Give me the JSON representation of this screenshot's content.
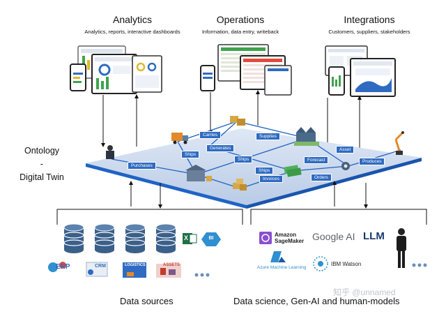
{
  "sections": {
    "analytics": {
      "title": "Analytics",
      "subtitle": "Analytics, reports, interactive dashboards"
    },
    "operations": {
      "title": "Operations",
      "subtitle": "Information, data entry, writeback"
    },
    "integrations": {
      "title": "Integrations",
      "subtitle": "Customers, suppliers, stakeholders"
    }
  },
  "ontology": {
    "line1": "Ontology",
    "line2": "-",
    "line3": "Digital Twin"
  },
  "edges": [
    "Carries",
    "Supplies",
    "Ships",
    "Generates",
    "Ships",
    "Asset",
    "Purchases",
    "Forecast",
    "Produces",
    "Ships",
    "Invoices",
    "Orders"
  ],
  "sources": {
    "label": "Data sources",
    "logos": {
      "erp": "ERP",
      "crm": "CRM",
      "logistics": "LOGISTICS",
      "assets": "ASSETS",
      "bi": "BI"
    }
  },
  "science": {
    "label": "Data science, Gen-AI and human-models",
    "logos": {
      "amazon_line1": "Amazon",
      "amazon_line2": "SageMaker",
      "google": "Google AI",
      "llm": "LLM",
      "azure": "Azure Machine Learning",
      "ibm": "IBM Watson"
    }
  },
  "watermark": "知乎 @unnamed",
  "colors": {
    "platform": "#1f63c4",
    "edge_label": "#2f6bc0",
    "db": "#3a5f8a"
  }
}
